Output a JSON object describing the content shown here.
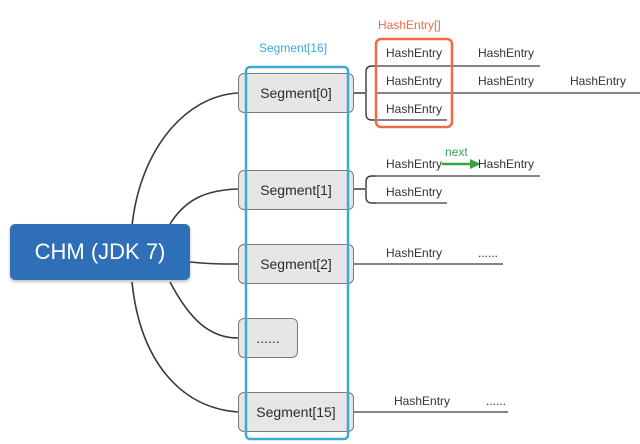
{
  "diagram": {
    "root_label": "CHM (JDK 7)",
    "segment_array_label": "Segment[16]",
    "hashentry_array_label": "HashEntry[]",
    "next_label": "next",
    "segments": [
      "Segment[0]",
      "Segment[1]",
      "Segment[2]",
      "......",
      "Segment[15]"
    ],
    "entry_label": "HashEntry",
    "ellipsis": "......",
    "colors": {
      "root_fill": "#2f6fb8",
      "segment_array_outline": "#3da9d6",
      "hashentry_array_outline": "#ef6b46",
      "next_arrow": "#3aa14a"
    }
  }
}
